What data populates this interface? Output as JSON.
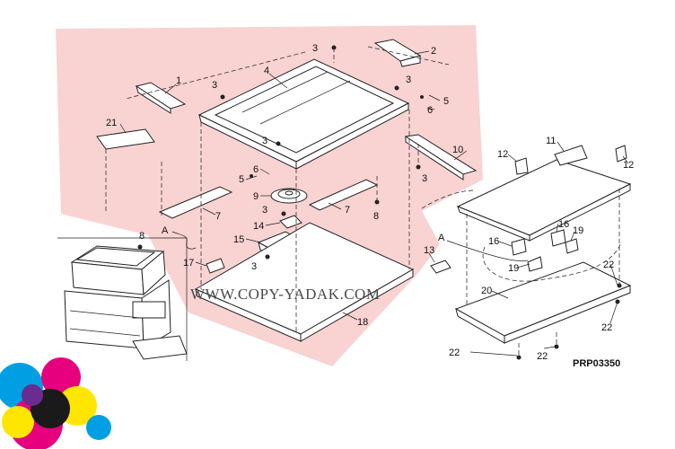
{
  "diagram": {
    "figure_code": "PRP03350",
    "watermark": "WWW.COPY-YADAK.COM",
    "callouts": {
      "c1": "1",
      "c2": "2",
      "c3a": "3",
      "c3b": "3",
      "c3c": "3",
      "c3d": "3",
      "c3e": "3",
      "c3f": "3",
      "c3g": "3",
      "c4": "4",
      "c5a": "5",
      "c5b": "5",
      "c6a": "6",
      "c6b": "6",
      "c7a": "7",
      "c7b": "7",
      "c8a": "8",
      "c8b": "8",
      "c9": "9",
      "c10": "10",
      "c11": "11",
      "c12a": "12",
      "c12b": "12",
      "c13": "13",
      "c14": "14",
      "c15": "15",
      "c16a": "16",
      "c16b": "16",
      "c17": "17",
      "c18": "18",
      "c19a": "19",
      "c19b": "19",
      "c20": "20",
      "c21": "21",
      "c22a": "22",
      "c22b": "22",
      "c22c": "22",
      "c22d": "22",
      "ca1": "A",
      "ca2": "A"
    },
    "colors": {
      "highlight": "#f9d2d2",
      "logo_magenta": "#e6007e",
      "logo_cyan": "#009fe3",
      "logo_yellow": "#ffe600",
      "logo_black": "#1a1a1a"
    }
  }
}
